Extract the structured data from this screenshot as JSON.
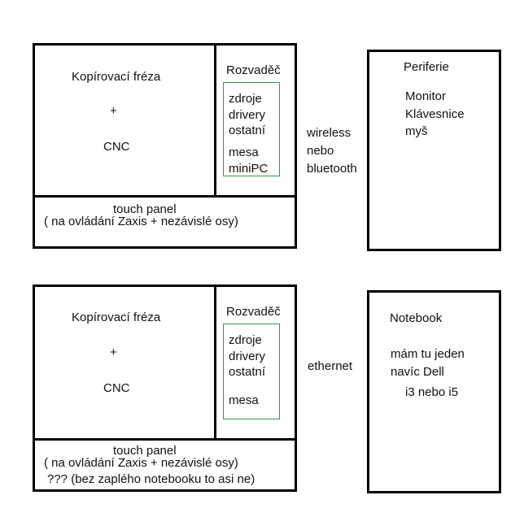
{
  "top": {
    "machine": {
      "title": "Kopírovací fréza",
      "plus": "+",
      "cnc": "CNC"
    },
    "cabinet": {
      "title": "Rozvaděč",
      "items": [
        "zdroje",
        "drivery",
        "ostatní",
        "mesa",
        "miniPC"
      ]
    },
    "panel": {
      "line1": "touch panel",
      "line2": "( na ovládání Zaxis +  nezávislé osy)"
    },
    "link": [
      "wireless",
      "nebo",
      "bluetooth"
    ],
    "device": {
      "title": "Periferie",
      "items": [
        "Monitor",
        "Klávesnice",
        "myš"
      ]
    }
  },
  "bottom": {
    "machine": {
      "title": "Kopírovací fréza",
      "plus": "+",
      "cnc": "CNC"
    },
    "cabinet": {
      "title": "Rozvaděč",
      "items": [
        "zdroje",
        "drivery",
        "ostatní",
        "mesa"
      ]
    },
    "panel": {
      "line1": "touch panel",
      "line2": "( na ovládání Zaxis +  nezávislé osy)",
      "line3": "??? (bez zaplého notebooku to asi ne)"
    },
    "link": [
      "ethernet"
    ],
    "device": {
      "title": "Notebook",
      "items": [
        "mám tu jeden",
        "navíc Dell",
        "i3 nebo i5"
      ]
    }
  }
}
